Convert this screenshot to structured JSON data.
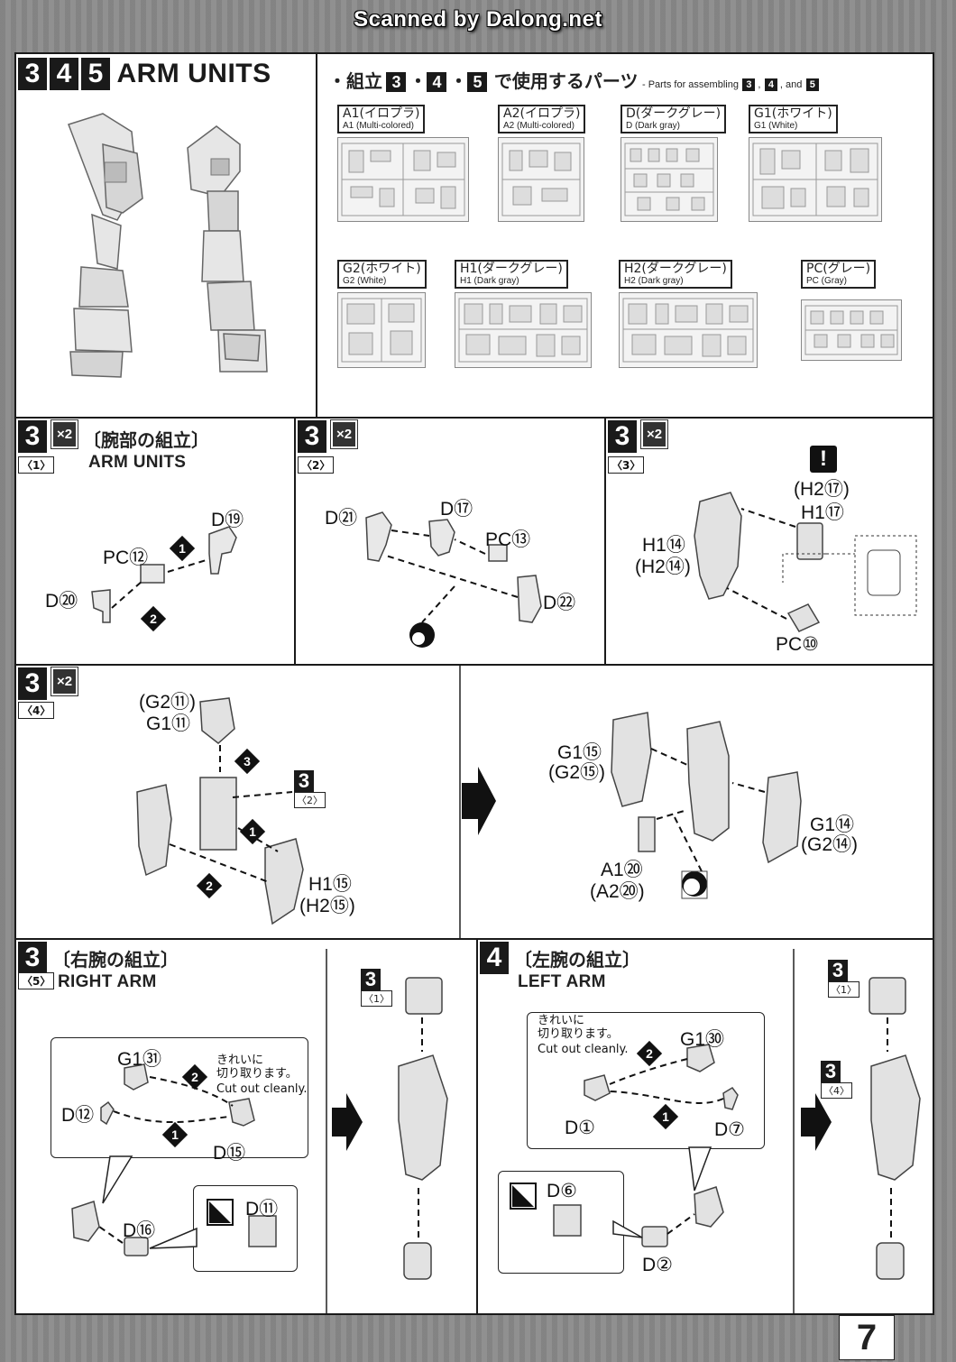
{
  "watermark": "Scanned by Dalong.net",
  "header": {
    "steps": [
      "3",
      "4",
      "5"
    ],
    "title": "ARM UNITS"
  },
  "parts_list": {
    "title_prefix": "・組立",
    "title_steps": [
      "3",
      "4",
      "5"
    ],
    "title_suffix": "で使用するパーツ",
    "title_en_prefix": "- Parts for assembling",
    "title_en_and": ", and",
    "runners": [
      {
        "jp": "A1(イロプラ)",
        "en": "A1 (Multi-colored)"
      },
      {
        "jp": "A2(イロプラ)",
        "en": "A2 (Multi-colored)"
      },
      {
        "jp": "D(ダークグレー)",
        "en": "D (Dark gray)"
      },
      {
        "jp": "G1(ホワイト)",
        "en": "G1 (White)"
      },
      {
        "jp": "G2(ホワイト)",
        "en": "G2 (White)"
      },
      {
        "jp": "H1(ダークグレー)",
        "en": "H1 (Dark gray)"
      },
      {
        "jp": "H2(ダークグレー)",
        "en": "H2 (Dark gray)"
      },
      {
        "jp": "PC(グレー)",
        "en": "PC (Gray)"
      }
    ]
  },
  "step3_1": {
    "step": "3",
    "mult": "×2",
    "sub": "〈1〉",
    "jp": "〔腕部の組立〕",
    "en": "ARM UNITS",
    "labels": [
      "D⑲",
      "PC⑫",
      "D⑳"
    ],
    "order": [
      "1",
      "2"
    ]
  },
  "step3_2": {
    "step": "3",
    "mult": "×2",
    "sub": "〈2〉",
    "labels": [
      "D㉑",
      "D⑰",
      "PC⑬",
      "D㉒"
    ]
  },
  "step3_3": {
    "step": "3",
    "mult": "×2",
    "sub": "〈3〉",
    "warning": "!",
    "labels": [
      "(H2⑰)",
      "H1⑰",
      "H1⑭",
      "(H2⑭)",
      "PC⑩"
    ]
  },
  "step3_4": {
    "step": "3",
    "mult": "×2",
    "sub": "〈4〉",
    "labels_left": [
      "(G2⑪)",
      "G1⑪",
      "H1⑮",
      "(H2⑮)"
    ],
    "ref_step": "3",
    "ref_sub": "〈2〉",
    "order": [
      "1",
      "2",
      "3"
    ],
    "labels_right": [
      "G1⑮",
      "(G2⑮)",
      "G1⑭",
      "(G2⑭)",
      "A1⑳",
      "(A2⑳)"
    ]
  },
  "step3_5": {
    "step": "3",
    "sub": "〈5〉",
    "jp": "〔右腕の組立〕",
    "en": "RIGHT ARM",
    "labels": [
      "G1㉛",
      "D⑫",
      "D⑮",
      "D⑯",
      "D⑪"
    ],
    "note_jp": "きれいに\n切り取ります。",
    "note_en": "Cut out cleanly.",
    "order": [
      "1",
      "2"
    ],
    "ref_top": "3",
    "ref_top_sub": "〈1〉"
  },
  "step4": {
    "step": "4",
    "jp": "〔左腕の組立〕",
    "en": "LEFT ARM",
    "labels": [
      "G1㉚",
      "D①",
      "D⑦",
      "D⑥",
      "D②"
    ],
    "note_jp": "きれいに\n切り取ります。",
    "note_en": "Cut out cleanly.",
    "order": [
      "1",
      "2"
    ],
    "ref_top": "3",
    "ref_top_sub": "〈1〉",
    "ref_mid": "3",
    "ref_mid_sub": "〈4〉"
  },
  "page_number": "7"
}
